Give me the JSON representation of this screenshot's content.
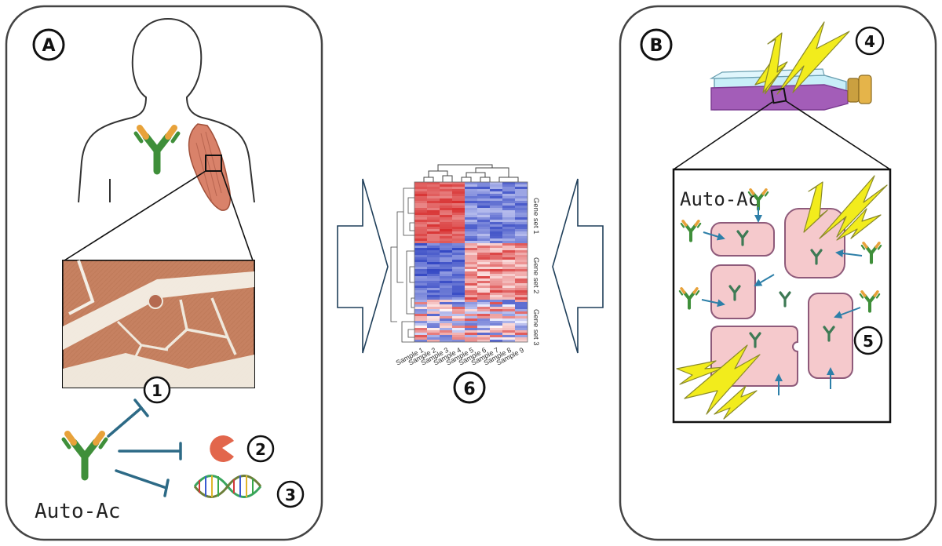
{
  "panel_a": {
    "letter": "A",
    "antibody_label": "Auto-Ac"
  },
  "panel_b": {
    "letter": "B",
    "antibody_label": "Auto-Ac"
  },
  "markers": {
    "m1": "1",
    "m2": "2",
    "m3": "3",
    "m4": "4",
    "m5": "5",
    "m6": "6"
  },
  "heatmap": {
    "gene_sets": [
      "Gene set 1",
      "Gene set 2",
      "Gene set 3"
    ],
    "samples": [
      "Sample 1",
      "Sample 2",
      "Sample 3",
      "Sample 4",
      "Sample 5",
      "Sample 6",
      "Sample 7",
      "Sample 8",
      "Sample 9"
    ]
  },
  "colors": {
    "antibody_green": "#3f8f3a",
    "antibody_orange": "#e8a23a",
    "inhibit_line": "#2d6a86",
    "cell_pink": "#f5c9cc",
    "bolt_yellow": "#f2ec1c",
    "flask_purple": "#a35db8"
  }
}
